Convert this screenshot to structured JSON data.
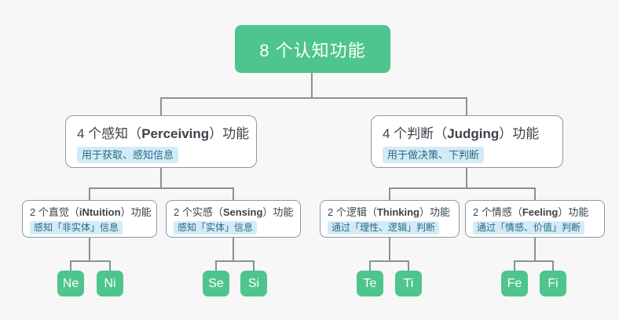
{
  "root": {
    "label": "8 个认知功能"
  },
  "branches": [
    {
      "title_pre": "4 个感知（",
      "title_en": "Perceiving",
      "title_post": "）功能",
      "tag": "用于获取、感知信息",
      "children": [
        {
          "title_pre": "2 个直觉（",
          "title_en": "iNtuition",
          "title_post": "）功能",
          "tag": "感知「非实体」信息",
          "leaves": [
            "Ne",
            "Ni"
          ]
        },
        {
          "title_pre": "2 个实感（",
          "title_en": "Sensing",
          "title_post": "）功能",
          "tag": "感知「实体」信息",
          "leaves": [
            "Se",
            "Si"
          ]
        }
      ]
    },
    {
      "title_pre": "4 个判断（",
      "title_en": "Judging",
      "title_post": "）功能",
      "tag": "用于做决策、下判断",
      "children": [
        {
          "title_pre": "2 个逻辑（",
          "title_en": "Thinking",
          "title_post": "）功能",
          "tag": "通过「理性、逻辑」判断",
          "leaves": [
            "Te",
            "Ti"
          ]
        },
        {
          "title_pre": "2 个情感（",
          "title_en": "Feeling",
          "title_post": "）功能",
          "tag": "通过「情感、价值」判断",
          "leaves": [
            "Fe",
            "Fi"
          ]
        }
      ]
    }
  ],
  "colors": {
    "node_green": "#4ec58c",
    "tag_background": "#d3ebf6",
    "tag_text": "#2a6a88",
    "connector_line": "#8d8f91",
    "node_border": "#8f979e",
    "title_text": "#3c434a",
    "background": "#f7f7f8"
  }
}
